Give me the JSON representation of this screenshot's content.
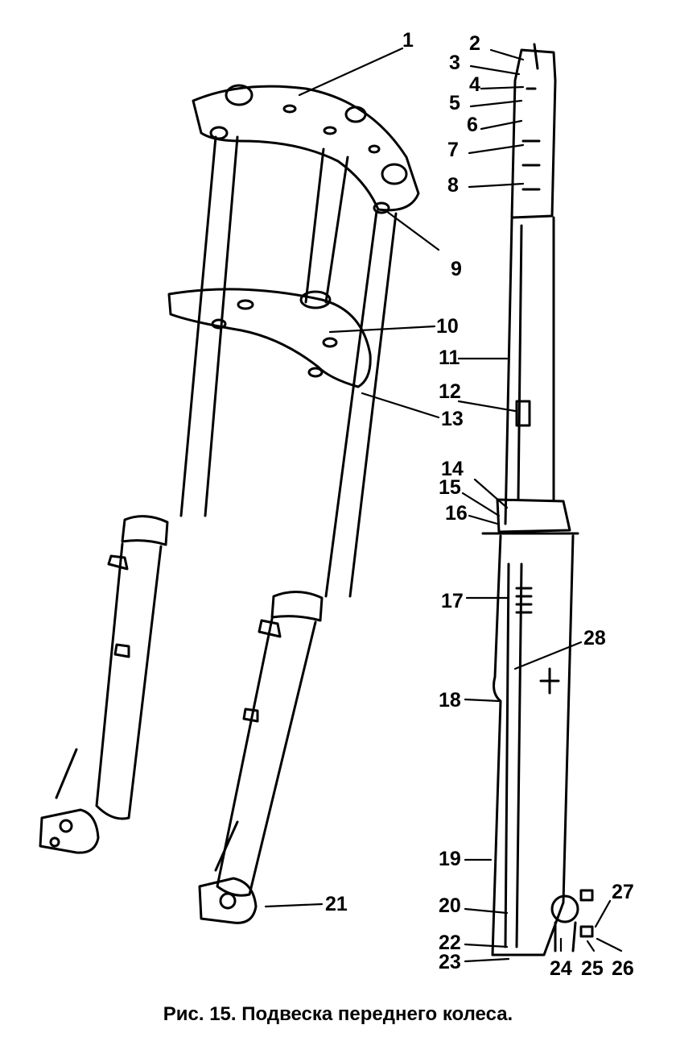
{
  "caption": "Рис. 15. Подвеска переднего колеса.",
  "callouts": [
    "1",
    "2",
    "3",
    "4",
    "5",
    "6",
    "7",
    "8",
    "9",
    "10",
    "11",
    "12",
    "13",
    "14",
    "15",
    "16",
    "17",
    "18",
    "19",
    "20",
    "21",
    "22",
    "23",
    "24",
    "25",
    "26",
    "27",
    "28"
  ],
  "colors": {
    "ink": "#000000",
    "paper": "#ffffff"
  }
}
